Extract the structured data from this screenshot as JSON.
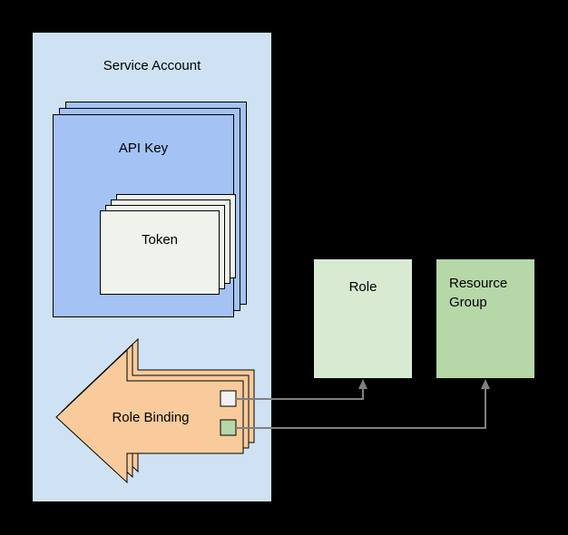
{
  "diagram": {
    "nodes": {
      "service_account": {
        "label": "Service Account"
      },
      "api_key": {
        "label": "API Key",
        "stack_count": 3
      },
      "token": {
        "label": "Token",
        "stack_count": 4
      },
      "role_binding": {
        "label": "Role Binding",
        "stack_count": 3,
        "ports": [
          "role-port",
          "resource-group-port"
        ]
      },
      "role": {
        "label": "Role"
      },
      "resource_group": {
        "label": "Resource Group"
      }
    },
    "connections": [
      {
        "from": "role_binding",
        "to": "role"
      },
      {
        "from": "role_binding",
        "to": "resource_group"
      }
    ]
  },
  "colors": {
    "background": "#000000",
    "service_account_fill": "#cfe2f3",
    "api_key_fill": "#a4c2f4",
    "token_fill": "#eff3ec",
    "role_binding_fill": "#f9cb9c",
    "role_fill": "#d9ead3",
    "resource_group_fill": "#b6d7a8",
    "port_top_fill": "#f2f2f2",
    "port_bottom_fill": "#b6d7a8",
    "connector": "#808080",
    "border": "#000000"
  }
}
